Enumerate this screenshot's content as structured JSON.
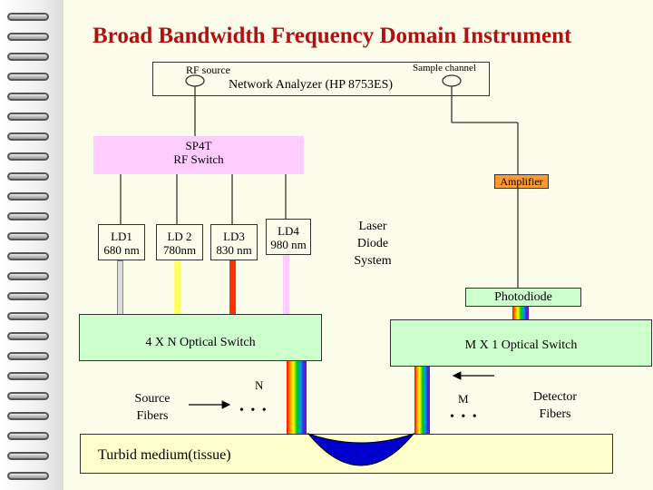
{
  "title": "Broad Bandwidth Frequency Domain Instrument",
  "network_analyzer": {
    "label": "Network Analyzer (HP 8753ES)",
    "rf_source": "RF source",
    "sample_channel": "Sample channel"
  },
  "rf_switch": {
    "line1": "SP4T",
    "line2": "RF Switch"
  },
  "laser_diodes": [
    {
      "name": "LD1",
      "wavelength": "680 nm",
      "fiber_color": "#DDDDDD"
    },
    {
      "name": "LD 2",
      "wavelength": "780nm",
      "fiber_color": "#FFFF66"
    },
    {
      "name": "LD3",
      "wavelength": "830 nm",
      "fiber_color": "#FF3300"
    },
    {
      "name": "LD4",
      "wavelength": "980 nm",
      "fiber_color": "#FFCCFF"
    }
  ],
  "laser_system": {
    "line1": "Laser",
    "line2": "Diode",
    "line3": "System"
  },
  "amplifier": "Amplifier",
  "photodiode": "Photodiode",
  "optical_switch_in": "4 X N Optical Switch",
  "optical_switch_out": "M X 1 Optical Switch",
  "source_fibers": {
    "line1": "Source",
    "line2": "Fibers"
  },
  "detector_fibers": {
    "line1": "Detector",
    "line2": "Fibers"
  },
  "n_label": "N",
  "m_label": "M",
  "ellipsis": "• • •",
  "turbid_medium": "Turbid medium(tissue)",
  "colors": {
    "title": "#B01010",
    "background": "#FCFCEB",
    "rf_switch": "#FFCCFF",
    "amplifier": "#FF9933",
    "optical_switch": "#CCFFCC",
    "tissue": "#FFFFCC",
    "probe": "#0000CC"
  }
}
